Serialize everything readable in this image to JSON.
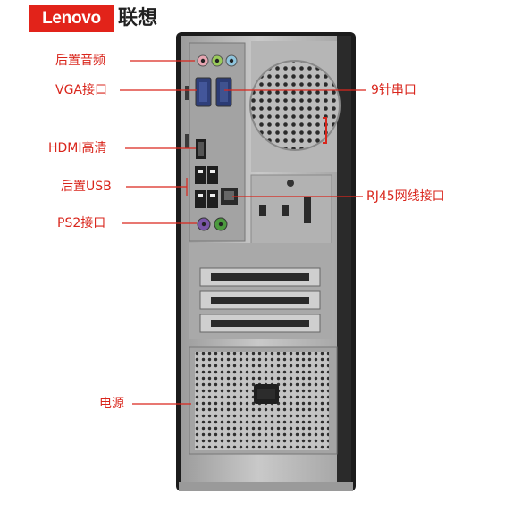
{
  "brand": {
    "logo_text": "Lenovo",
    "logo_cn": "联想",
    "accent": "#e2231a"
  },
  "labels": {
    "rear_audio": "后置音频",
    "vga_port": "VGA接口",
    "hdmi": "HDMI高清",
    "rear_usb": "后置USB",
    "ps2_port": "PS2接口",
    "power": "电源",
    "serial_port": "9针串口",
    "rj45_port": "RJ45网线接口"
  },
  "colors": {
    "label": "#d9261c",
    "line": "#d9261c",
    "chassis": "#1c1c1c",
    "plate": "#b9b9b9"
  }
}
